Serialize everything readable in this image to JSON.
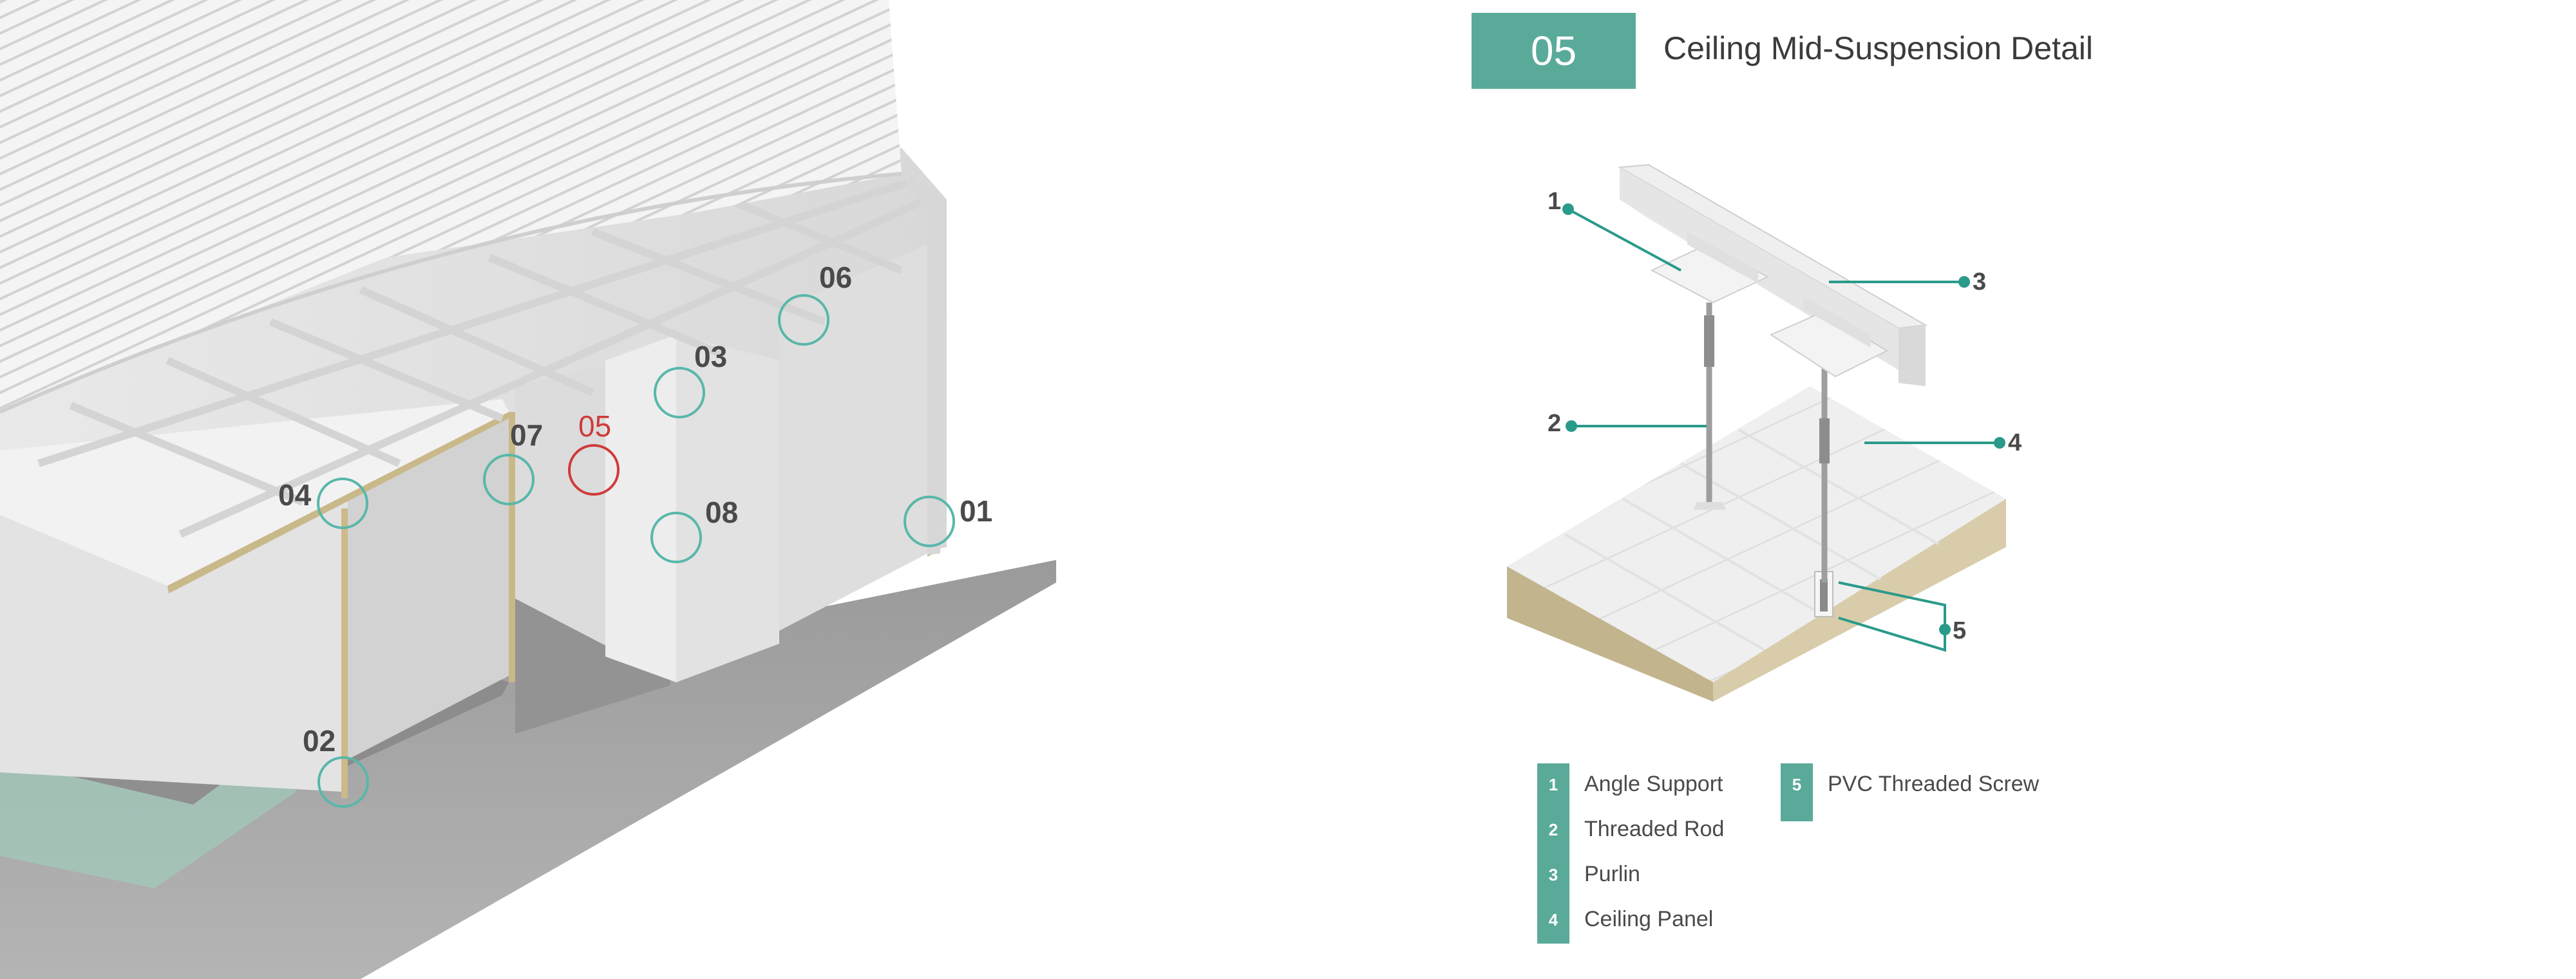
{
  "header": {
    "badge": "05",
    "title": "Ceiling Mid-Suspension Detail"
  },
  "overview": {
    "markers": [
      {
        "id": "01",
        "highlighted": false
      },
      {
        "id": "02",
        "highlighted": false
      },
      {
        "id": "03",
        "highlighted": false
      },
      {
        "id": "04",
        "highlighted": false
      },
      {
        "id": "05",
        "highlighted": true
      },
      {
        "id": "06",
        "highlighted": false
      },
      {
        "id": "07",
        "highlighted": false
      },
      {
        "id": "08",
        "highlighted": false
      }
    ]
  },
  "detail": {
    "callouts": [
      "1",
      "2",
      "3",
      "4",
      "5"
    ]
  },
  "legend": [
    {
      "num": "1",
      "label": "Angle Support"
    },
    {
      "num": "2",
      "label": "Threaded Rod"
    },
    {
      "num": "3",
      "label": "Purlin"
    },
    {
      "num": "4",
      "label": "Ceiling Panel"
    },
    {
      "num": "5",
      "label": "PVC Threaded Screw"
    }
  ],
  "colors": {
    "accent": "#5aaa9a",
    "highlight": "#d03a3a",
    "text": "#3b3b3b"
  }
}
